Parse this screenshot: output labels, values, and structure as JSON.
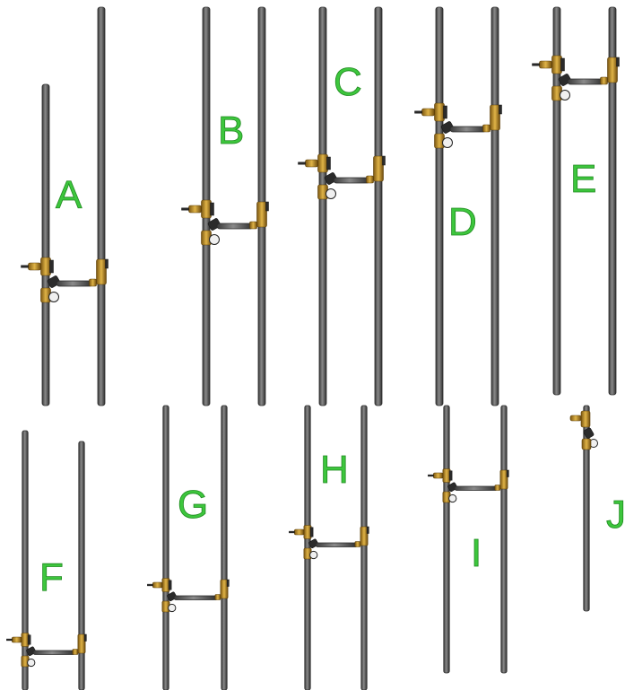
{
  "groups": [
    {
      "letter": "A"
    },
    {
      "letter": "B"
    },
    {
      "letter": "C"
    },
    {
      "letter": "D"
    },
    {
      "letter": "E"
    },
    {
      "letter": "F"
    },
    {
      "letter": "G"
    },
    {
      "letter": "H"
    },
    {
      "letter": "I"
    },
    {
      "letter": "J"
    }
  ],
  "colors": {
    "background": "#ffffff",
    "pipe": "#5a5a5a",
    "brass": "#c9961f",
    "label": "#3dc63d"
  }
}
